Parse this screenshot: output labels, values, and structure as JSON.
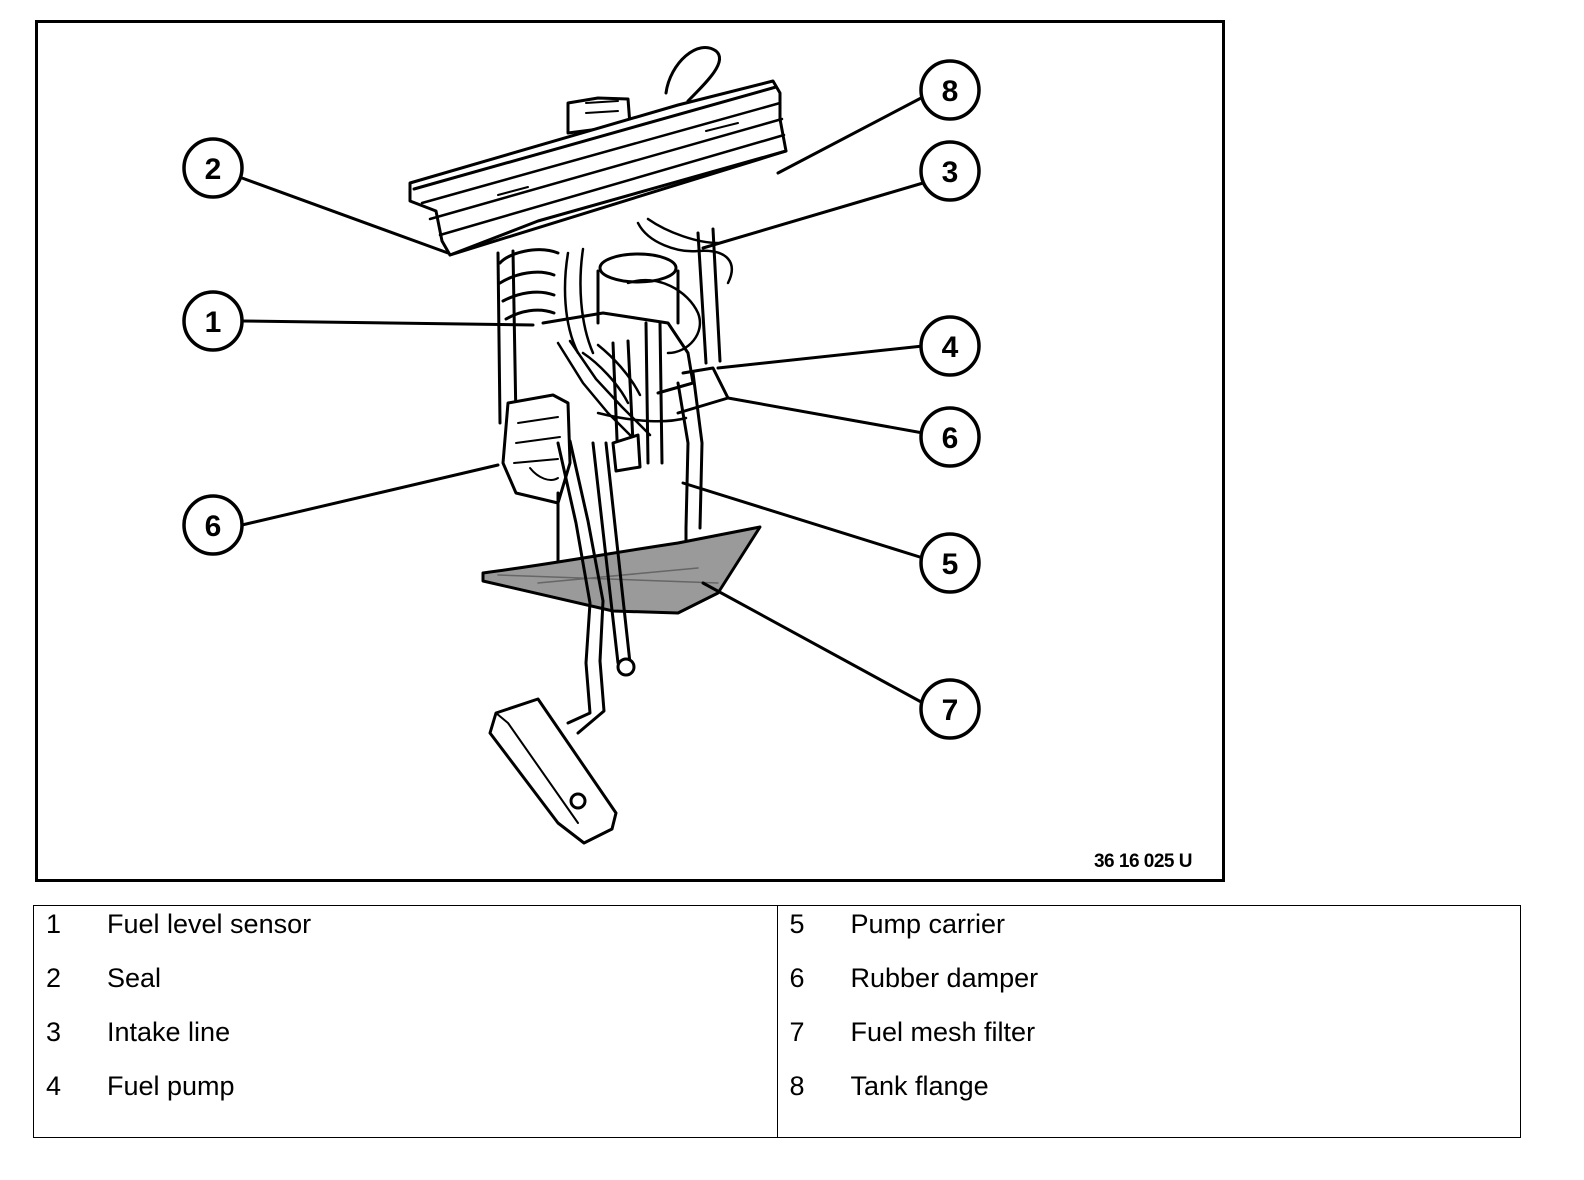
{
  "figure": {
    "figure_id": "36 16 025 U",
    "callouts": [
      "2",
      "1",
      "6",
      "8",
      "3",
      "4",
      "6",
      "5",
      "7"
    ]
  },
  "legend": {
    "left": [
      {
        "num": "1",
        "label": "Fuel level sensor"
      },
      {
        "num": "2",
        "label": "Seal"
      },
      {
        "num": "3",
        "label": "Intake line"
      },
      {
        "num": "4",
        "label": "Fuel pump"
      }
    ],
    "right": [
      {
        "num": "5",
        "label": "Pump carrier"
      },
      {
        "num": "6",
        "label": "Rubber damper"
      },
      {
        "num": "7",
        "label": "Fuel mesh filter"
      },
      {
        "num": "8",
        "label": "Tank flange"
      }
    ]
  }
}
